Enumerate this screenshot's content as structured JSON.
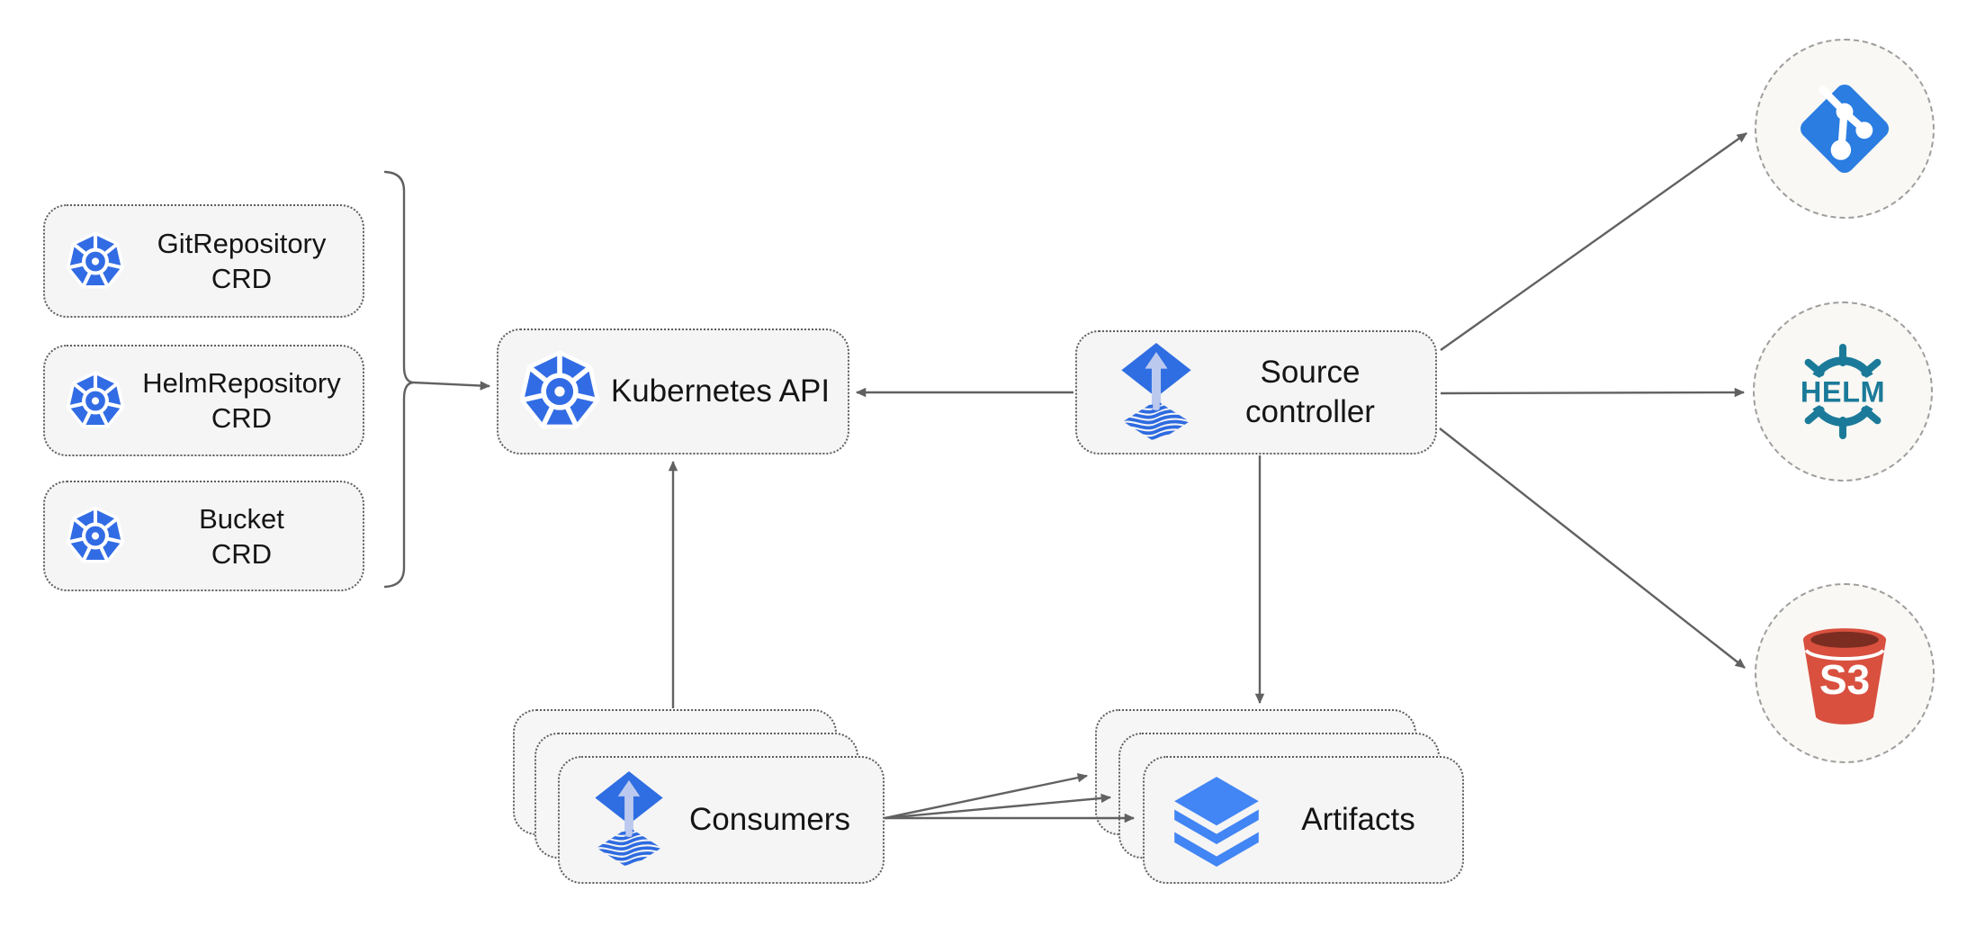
{
  "nodes": {
    "git_repository_crd": {
      "line1": "GitRepository",
      "line2": "CRD"
    },
    "helm_repository_crd": {
      "line1": "HelmRepository",
      "line2": "CRD"
    },
    "bucket_crd": {
      "line1": "Bucket",
      "line2": "CRD"
    },
    "kubernetes_api": {
      "label": "Kubernetes API"
    },
    "source_controller": {
      "line1": "Source",
      "line2": "controller"
    },
    "consumers": {
      "label": "Consumers"
    },
    "artifacts": {
      "label": "Artifacts"
    },
    "helm_endpoint": {
      "label": "HELM"
    },
    "s3_endpoint": {
      "label": "S3"
    }
  },
  "icons": {
    "kubernetes-icon": "blue heptagon with white ship's wheel",
    "flux-icon": "blue diamond with up arrow over wavy-striped diamond",
    "layers-icon": "three stacked blue layers",
    "git-icon": "blue rotated square with white branch nodes",
    "helm-icon": "teal ship's wheel with HELM wordmark",
    "s3-icon": "red bucket with S3 wordmark"
  },
  "colors": {
    "kubernetes_blue": "#326ce5",
    "flux_blue": "#2f6ee2",
    "flux_arrow_light": "#bcc9ef",
    "git_blue": "#2b7de1",
    "helm_teal": "#1b7a99",
    "s3_red": "#d9503f",
    "s3_dark_red": "#7c2d21",
    "layers_blue": "#4285f4",
    "edge_gray": "#616161",
    "node_fill": "#f5f5f5",
    "circle_fill": "#f9f8f4"
  }
}
